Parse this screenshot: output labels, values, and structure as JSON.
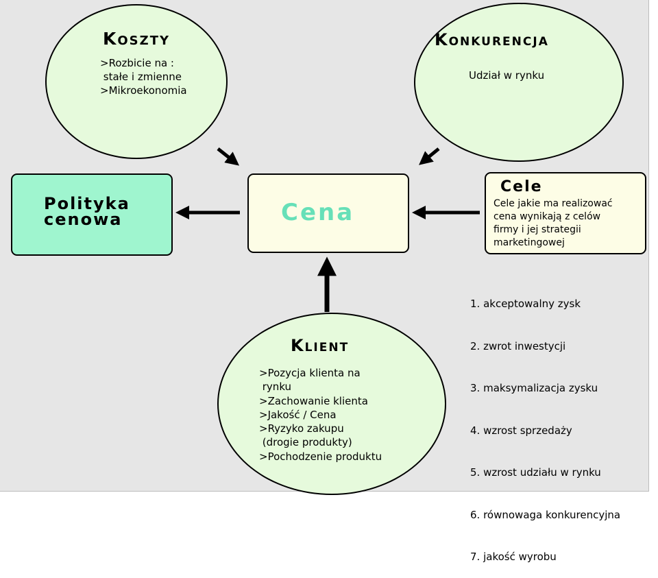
{
  "koszty": {
    "title": "Koszty",
    "lines": ">Rozbicie na :\n stałe i zmienne\n>Mikroekonomia"
  },
  "konkurencja": {
    "title": "Konkurencja",
    "text": "Udział w rynku"
  },
  "polityka": {
    "title": "Polityka\ncenowa"
  },
  "cena": {
    "title": "Cena"
  },
  "cele": {
    "title": "Cele",
    "text": "Cele jakie ma realizować\ncena wynikają z celów\nfirmy i jej strategii\nmarketingowej"
  },
  "goals": [
    "1. akceptowalny zysk",
    "2. zwrot inwestycji",
    "3. maksymalizacja zysku",
    "4. wzrost sprzedaży",
    "5. wzrost udziału w rynku",
    "6. równowaga konkurencyjna",
    "7. jakość wyrobu"
  ],
  "klient": {
    "title": "Klient",
    "lines": ">Pozycja klienta na\n rynku\n>Zachowanie klienta\n>Jakość / Cena\n>Ryzyko zakupu\n (drogie produkty)\n>Pochodzenie produktu"
  },
  "colors": {
    "circle_fill": "#e6fadc",
    "polityka_fill": "#9ff5cf",
    "cena_fill": "#fdfde6",
    "cele_fill": "#fdfde6",
    "cena_text": "#66e0b8",
    "background": "#e6e6e6"
  }
}
